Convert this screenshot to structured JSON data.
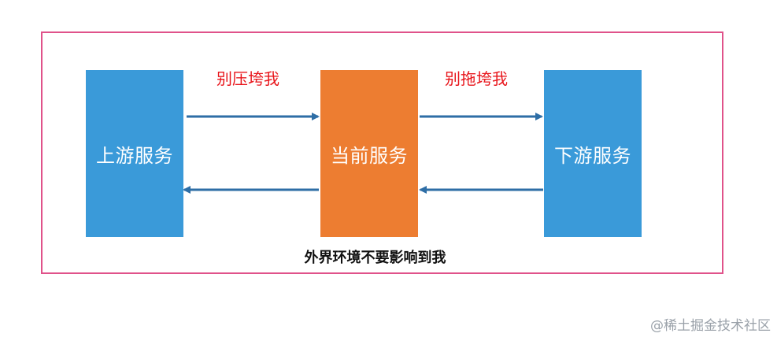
{
  "boxes": {
    "upstream": "上游服务",
    "current": "当前服务",
    "downstream": "下游服务"
  },
  "labels": {
    "left": "别压垮我",
    "right": "别拖垮我"
  },
  "caption": "外界环境不要影响到我",
  "watermark": "@稀土掘金技术社区",
  "colors": {
    "frame": "#e0528a",
    "service_blue": "#3a9ad9",
    "service_orange": "#ed7d31",
    "arrow": "#2e6ea6",
    "label_red": "#e8151b"
  }
}
